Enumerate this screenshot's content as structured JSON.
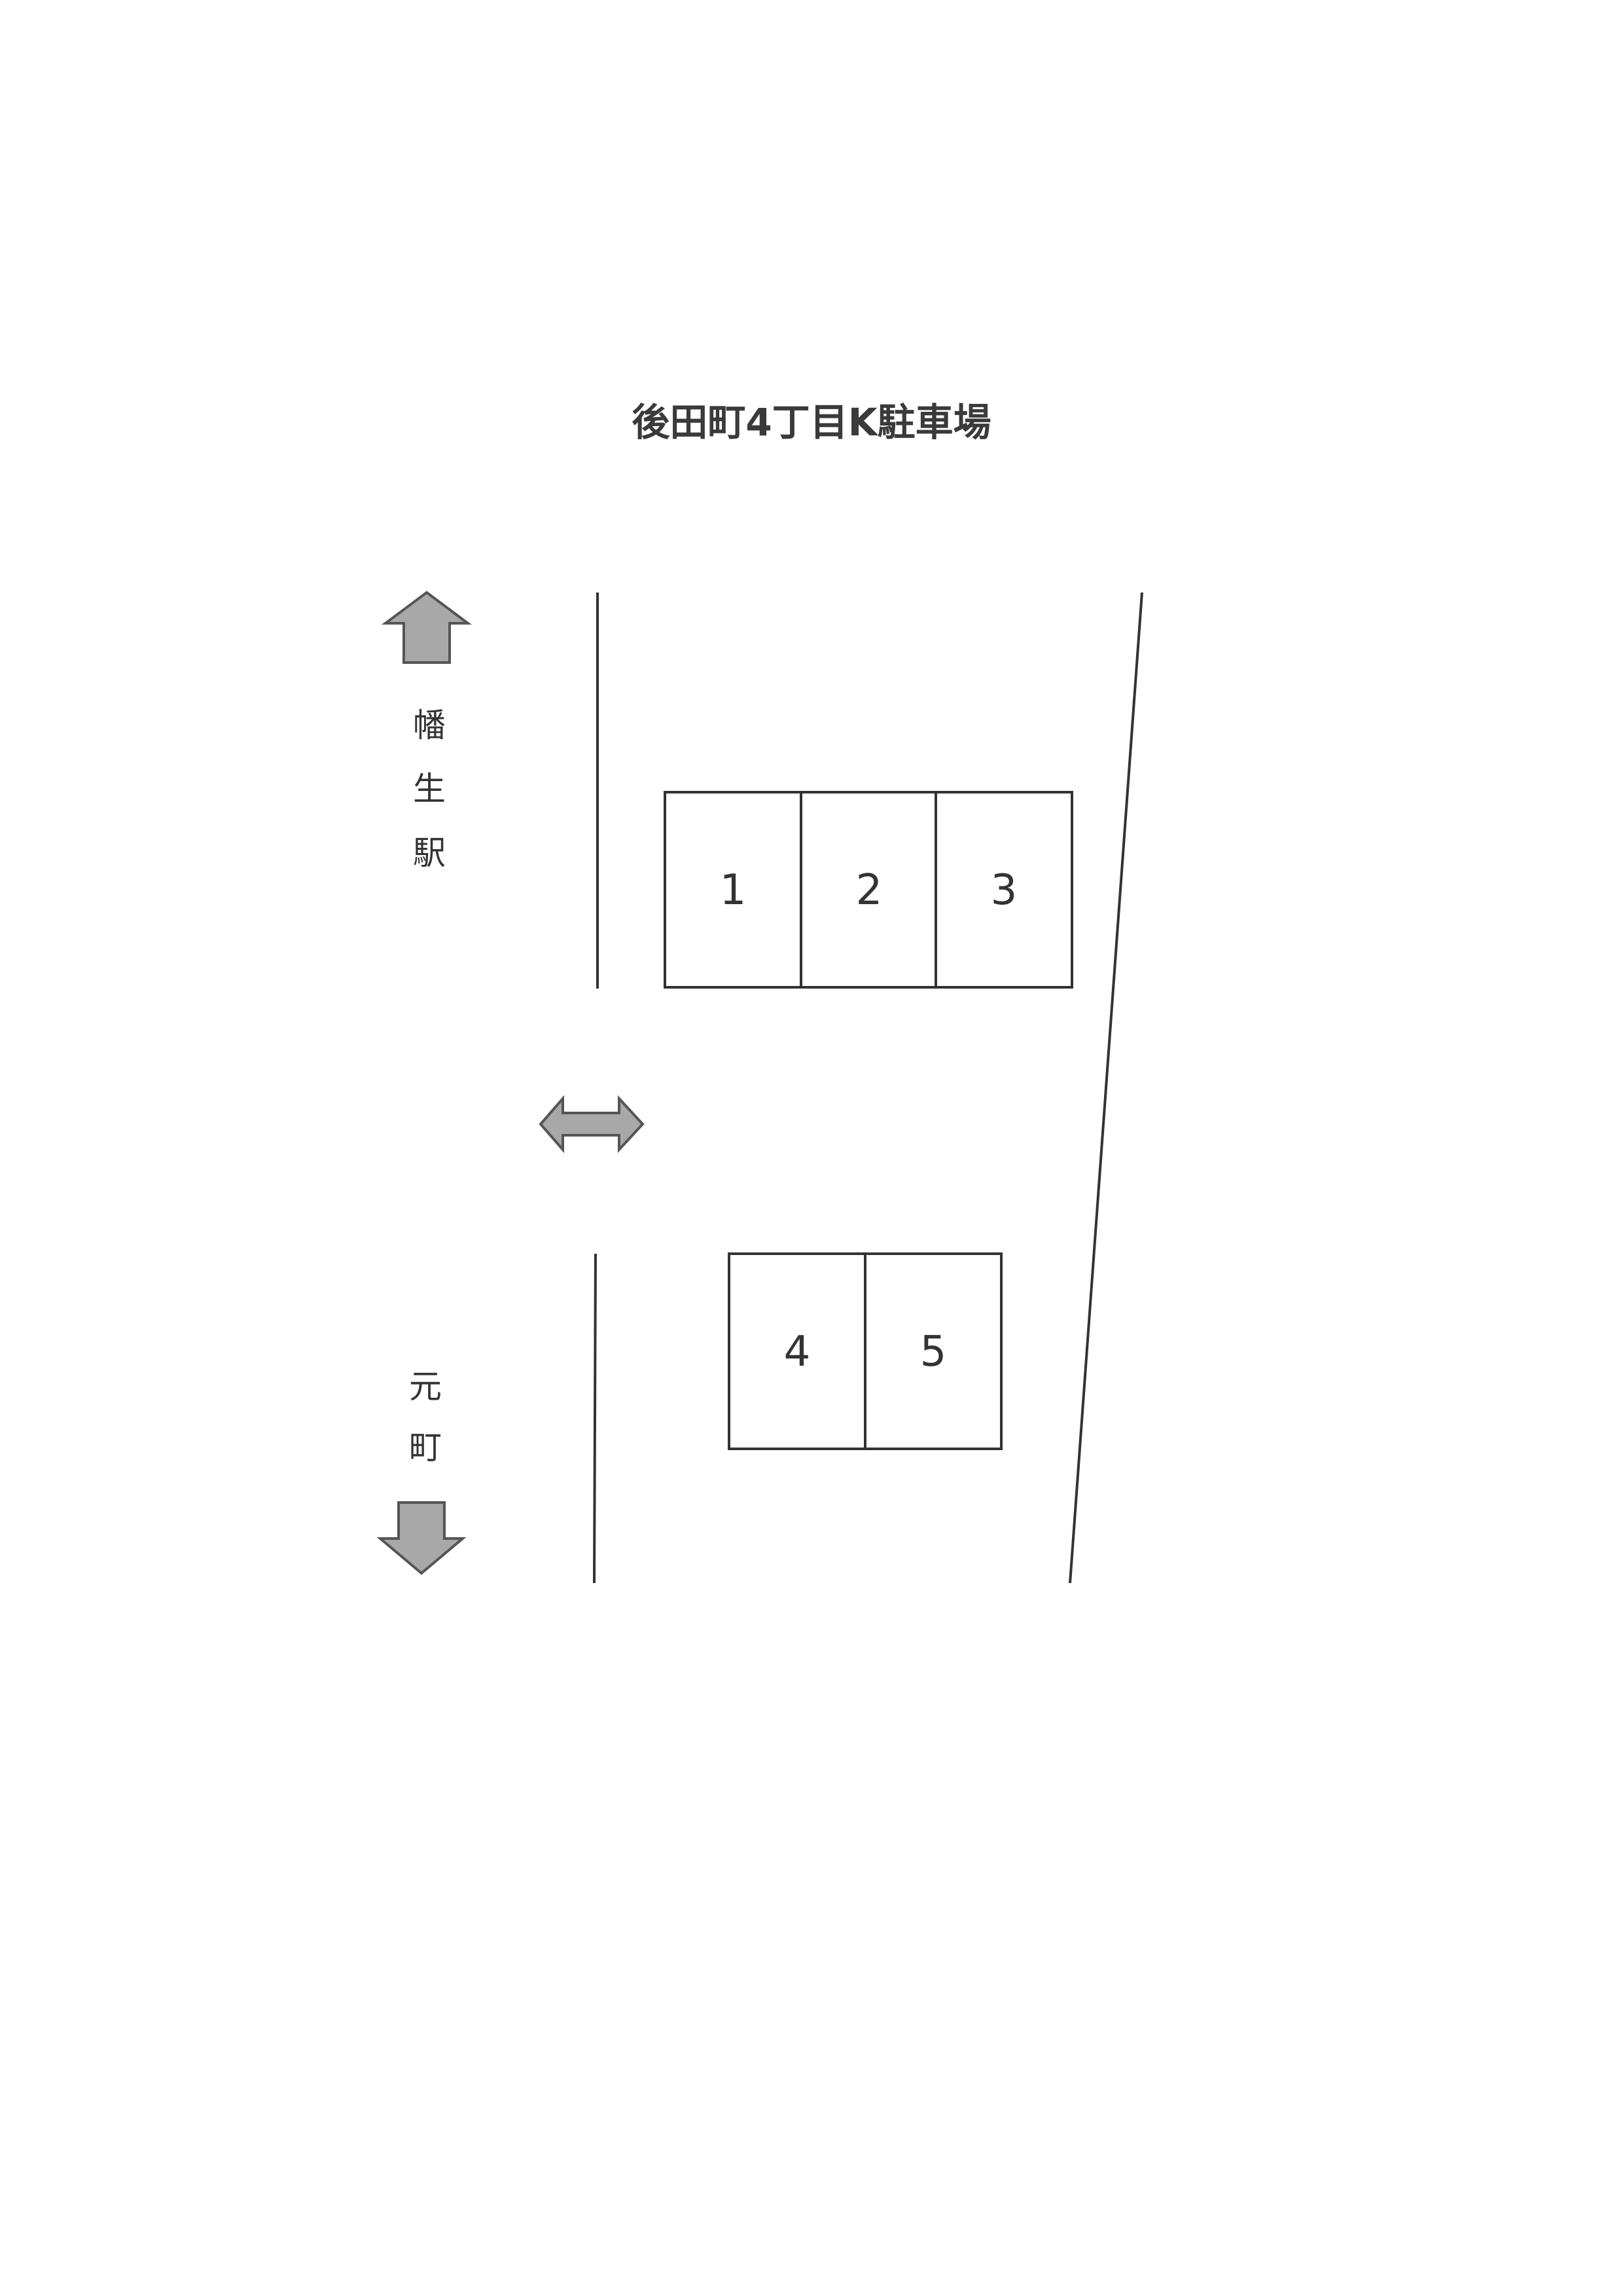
{
  "title": "後田町4丁目K駐車場",
  "parking_slots": [
    {
      "label": "1"
    },
    {
      "label": "2"
    },
    {
      "label": "3"
    },
    {
      "label": "4"
    },
    {
      "label": "5"
    }
  ],
  "directions": {
    "north": {
      "chars": [
        "幡",
        "生",
        "駅"
      ],
      "arrow": "up-arrow-icon"
    },
    "south": {
      "chars": [
        "元",
        "町"
      ],
      "arrow": "down-arrow-icon"
    },
    "entrance": {
      "arrow": "left-right-arrow-icon"
    }
  },
  "colors": {
    "arrow_fill": "#a8a8a8",
    "line": "#333333"
  }
}
